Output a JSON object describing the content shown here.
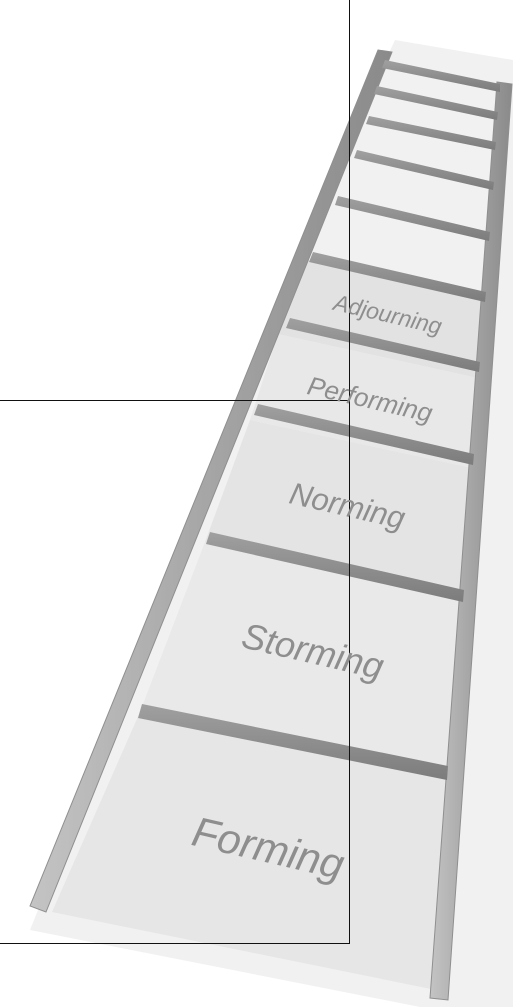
{
  "diagram": {
    "stages": [
      {
        "label": "Adjourning",
        "order": 5
      },
      {
        "label": "Performing",
        "order": 4
      },
      {
        "label": "Norming",
        "order": 3
      },
      {
        "label": "Storming",
        "order": 2
      },
      {
        "label": "Forming",
        "order": 1
      }
    ]
  },
  "colors": {
    "background": "#ffffff",
    "backdrop": "#eeeeee",
    "panel": "#e2e2e2",
    "rail": "#a9a9a9",
    "rail_edge": "#8f8f8f",
    "rung": "#8b8b8b",
    "label_text": "#8e8e8e",
    "frame_line": "#111111"
  }
}
